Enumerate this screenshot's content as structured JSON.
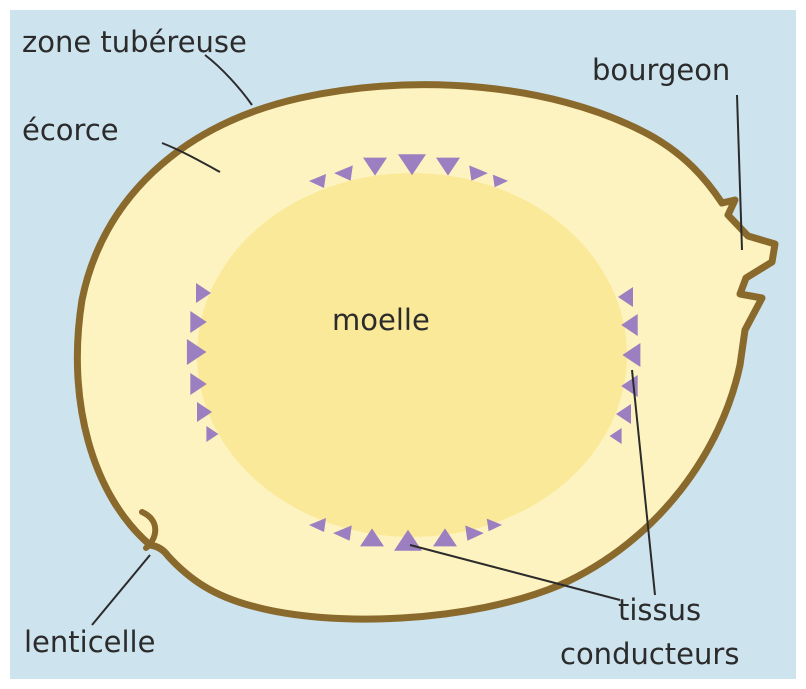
{
  "colors": {
    "background": "#cde3ee",
    "frame": "#ffffff",
    "skin": "#8a6a2c",
    "cortex": "#fdf3c0",
    "pith": "#fbe99a",
    "vascular": "#9b7fc0",
    "leader": "#2b2b2b"
  },
  "labels": {
    "zone_tubereuse": "zone tubéreuse",
    "ecorce": "écorce",
    "bourgeon": "bourgeon",
    "moelle": "moelle",
    "lenticelle": "lenticelle",
    "tissus_line1": "tissus",
    "tissus_line2": "conducteurs"
  }
}
